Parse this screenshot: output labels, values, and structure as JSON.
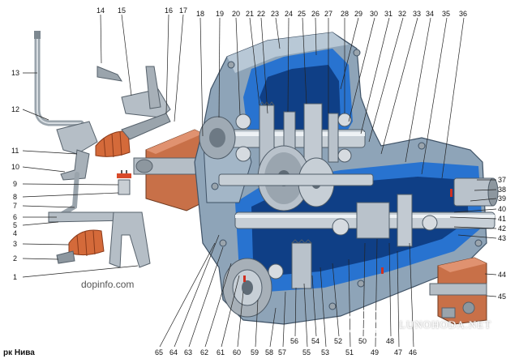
{
  "colors": {
    "housing": "#8ea4b8",
    "housing_dark": "#5f7890",
    "section_blue": "#1f6fd1",
    "gear_steel": "#b9c2cb",
    "copper_mount": "#c87048",
    "bellows": "#d46a3a",
    "lever_steel": "#9aa4ac",
    "background": "#ffffff"
  },
  "callouts": {
    "c1": "1",
    "c2": "2",
    "c3": "3",
    "c4": "4",
    "c5": "5",
    "c6": "6",
    "c7": "7",
    "c8": "8",
    "c9": "9",
    "c10": "10",
    "c11": "11",
    "c12": "12",
    "c13": "13",
    "c14": "14",
    "c15": "15",
    "c16": "16",
    "c17": "17",
    "c18": "18",
    "c19": "19",
    "c20": "20",
    "c21": "21",
    "c22": "22",
    "c23": "23",
    "c24": "24",
    "c25": "25",
    "c26": "26",
    "c27": "27",
    "c28": "28",
    "c29": "29",
    "c30": "30",
    "c31": "31",
    "c32": "32",
    "c33": "33",
    "c34": "34",
    "c35": "35",
    "c36": "36",
    "c37": "37",
    "c38": "38",
    "c39": "39",
    "c40": "40",
    "c41": "41",
    "c42": "42",
    "c43": "43",
    "c44": "44",
    "c45": "45",
    "c46": "46",
    "c47": "47",
    "c48": "48",
    "c49": "49",
    "c50": "50",
    "c51": "51",
    "c52": "52",
    "c53": "53",
    "c54": "54",
    "c55": "55",
    "c56": "56",
    "c57": "57",
    "c58": "58",
    "c59": "59",
    "c60": "60",
    "c61": "61",
    "c62": "62",
    "c63": "63",
    "c64": "64",
    "c65": "65"
  },
  "credit": "dopinfo.com",
  "caption": "рк Нива",
  "watermark": "LUNOHODA.NET"
}
